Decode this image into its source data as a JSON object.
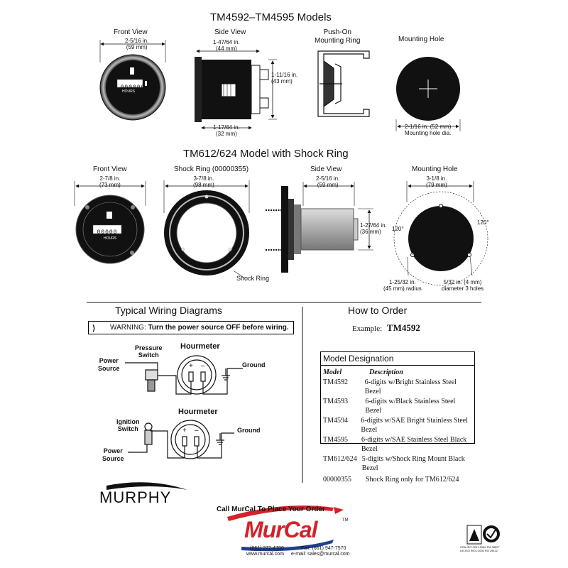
{
  "top": {
    "title": "TM4592–TM4595 Models",
    "front_view": "Front View",
    "side_view": "Side View",
    "push_on": [
      "Push-On",
      "Mounting Ring"
    ],
    "mounting_hole": "Mounting Hole",
    "dim_front_w": [
      "2-5/16 in.",
      "(59 mm)"
    ],
    "dim_side_top": [
      "1-47/64 in.",
      "(44 mm)"
    ],
    "dim_side_right": [
      "1-11/16 in.",
      "(43 mm)"
    ],
    "dim_side_bottom": [
      "1-17/64 in.",
      "(32 mm)"
    ],
    "dim_hole": [
      "2-1/16 in. (52 mm)",
      "Mounting hole dia."
    ],
    "gauge_digits": "000000",
    "gauge_hours": "HOURS"
  },
  "mid": {
    "title": "TM612/624 Model with Shock Ring",
    "front_view": "Front View",
    "shock_ring": "Shock Ring (00000355)",
    "side_view": "Side View",
    "mounting_hole": "Mounting Hole",
    "dim_front_w": [
      "2-7/8 in.",
      "(73 mm)"
    ],
    "dim_ring_w": [
      "3-7/8 in.",
      "(98 mm)"
    ],
    "dim_side_w": [
      "2-5/16 in.",
      "(59 mm)"
    ],
    "dim_side_h": [
      "1-27/64 in.",
      "(36 mm)"
    ],
    "dim_hole_w": [
      "3-1/8 in.",
      "(79 mm)"
    ],
    "angle_left": "120°",
    "angle_right": "120°",
    "dim_radius": [
      "1-25/32 in.",
      "(45 mm) radius"
    ],
    "dim_holes": [
      "5/32 in. (4 mm)",
      "diameter 3 holes"
    ],
    "shock_ring_callout": "Shock Ring",
    "gauge_digits": "00000",
    "gauge_hours": "HOURS"
  },
  "wiring": {
    "title": "Typical Wiring Diagrams",
    "warning_prefix": "WARNING:",
    "warning_text": "Turn the power source OFF before wiring.",
    "d1_hourmeter": "Hourmeter",
    "d1_pressure": [
      "Pressure",
      "Switch"
    ],
    "d1_power": [
      "Power",
      "Source"
    ],
    "d1_ground": "Ground",
    "d2_hourmeter": "Hourmeter",
    "d2_ignition": [
      "Ignition",
      "Switch"
    ],
    "d2_power": [
      "Power",
      "Source"
    ],
    "d2_ground": "Ground",
    "plus": "+",
    "minus": "–"
  },
  "order": {
    "title": "How to Order",
    "example_label": "Example:",
    "example_value": "TM4592",
    "designation_title": "Model Designation",
    "col_model": "Model",
    "col_desc": "Description",
    "rows": [
      {
        "model": "TM4592",
        "desc": "6-digits w/Bright Stainless Steel Bezel"
      },
      {
        "model": "TM4593",
        "desc": "6-digits w/Black Stainless Steel Bezel"
      },
      {
        "model": "TM4594",
        "desc": "6-digits w/SAE Bright Stainless Steel Bezel"
      },
      {
        "model": "TM4595",
        "desc": "6-digits w/SAE Stainless Steel Black Bezel"
      },
      {
        "model": "TM612/624",
        "desc": "5-digits w/Shock Ring Mount Black Bezel"
      },
      {
        "model": "00000355",
        "desc": "Shock Ring only for TM612/624"
      }
    ]
  },
  "footer": {
    "murphy": "MURPHY",
    "call": "Call MurCal To Place Your Order",
    "murcal": "MurCal",
    "tm": "TM",
    "phone": "(661) 272-4700",
    "fax": "Fax: (661) 947-7570",
    "web": "www.murcal.com",
    "email": "e-mail: sales@murcal.com",
    "iso1": "USA-ISO 9001:2000 FM 28527",
    "iso2": "UK-ISO 9001:2000 FM 29422"
  },
  "colors": {
    "ink": "#111111",
    "red": "#d2232a",
    "blue": "#1f3f8f"
  }
}
